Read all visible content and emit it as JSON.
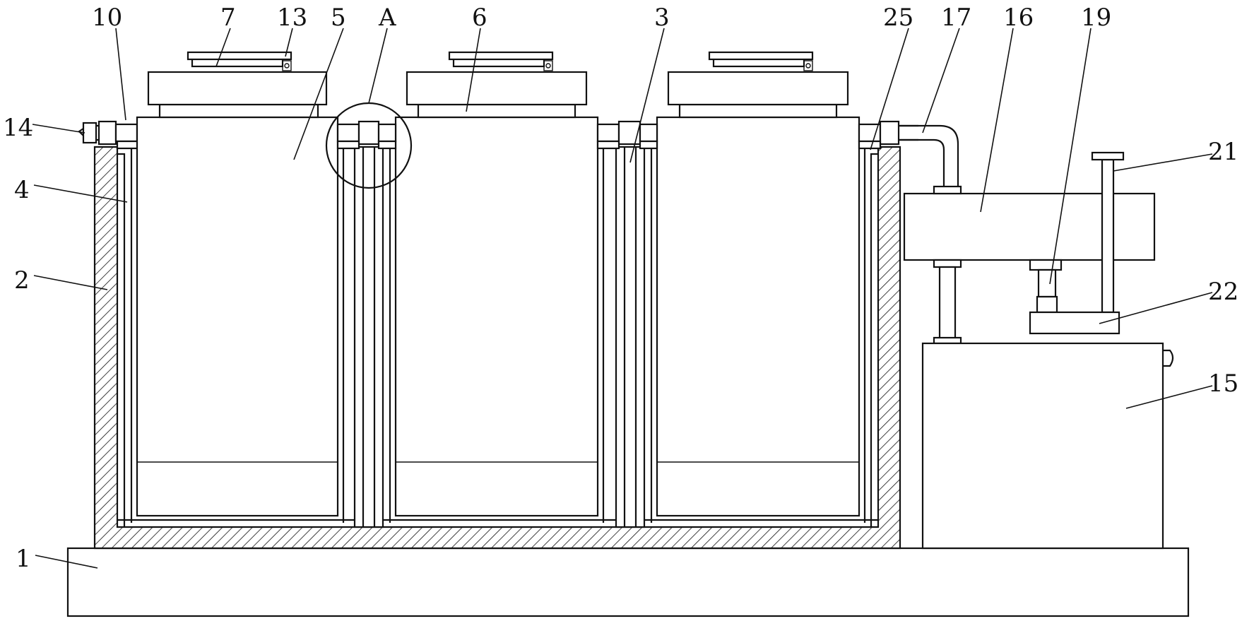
{
  "callouts": {
    "c1": "1",
    "c2": "2",
    "c3": "3",
    "c4": "4",
    "c5": "5",
    "c6": "6",
    "c7": "7",
    "c10": "10",
    "c13": "13",
    "c14": "14",
    "c15": "15",
    "c16": "16",
    "c17": "17",
    "c19": "19",
    "c21": "21",
    "c22": "22",
    "c25": "25",
    "cA": "A"
  }
}
